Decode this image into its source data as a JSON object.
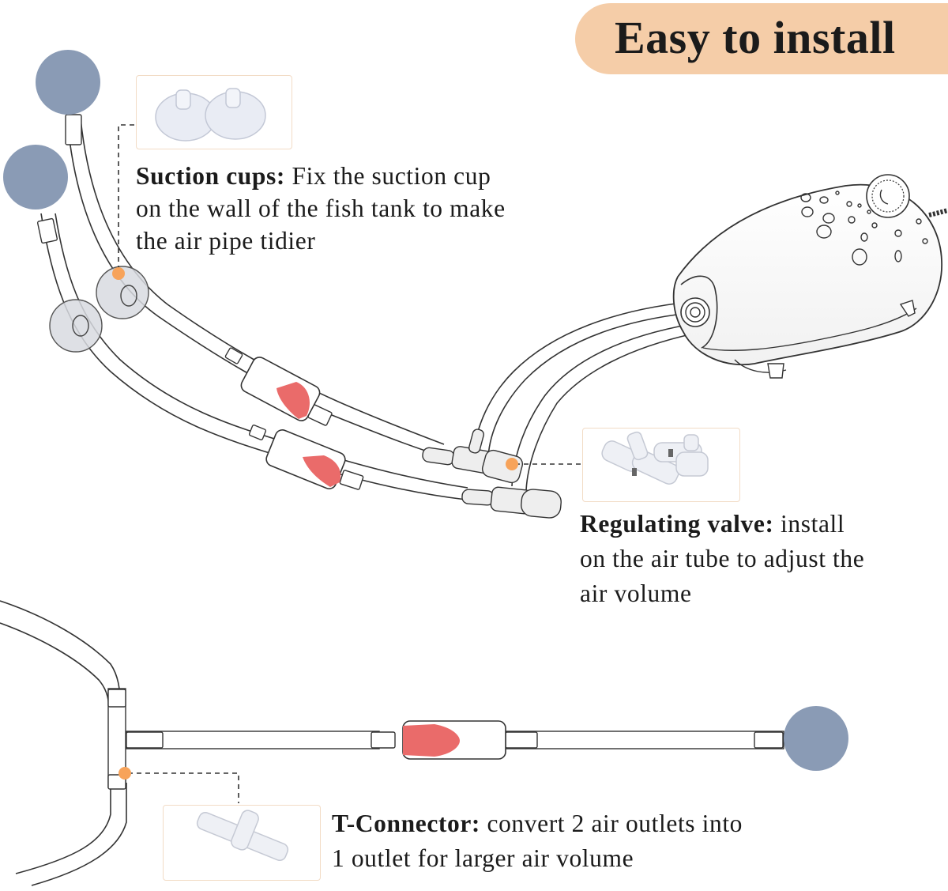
{
  "header": {
    "title": "Easy to install"
  },
  "colors": {
    "title_background": "#f5cda8",
    "air_stone": "#8a9bb5",
    "valve_knob": "#ea6b6a",
    "callout_dot": "#f7a35a",
    "tubing_outline": "#333333"
  },
  "icons": {
    "suction_cup": "suction-cup-icon",
    "regulating_valve": "regulating-valve-icon",
    "t_connector": "t-connector-icon",
    "air_pump": "air-pump-icon",
    "air_stone": "air-stone-icon"
  },
  "callouts": {
    "suction_cups": {
      "name": "Suction cups:",
      "description_lines": [
        " Fix the suction cup",
        "on the wall of the fish tank to make",
        "the air pipe tidier"
      ]
    },
    "regulating_valve": {
      "name": "Regulating valve:",
      "description_lines": [
        " install",
        "on the air tube to adjust the",
        "air volume"
      ]
    },
    "t_connector": {
      "name": "T-Connector:",
      "description_lines": [
        " convert 2 air outlets into",
        "1 outlet for larger air volume"
      ]
    }
  }
}
